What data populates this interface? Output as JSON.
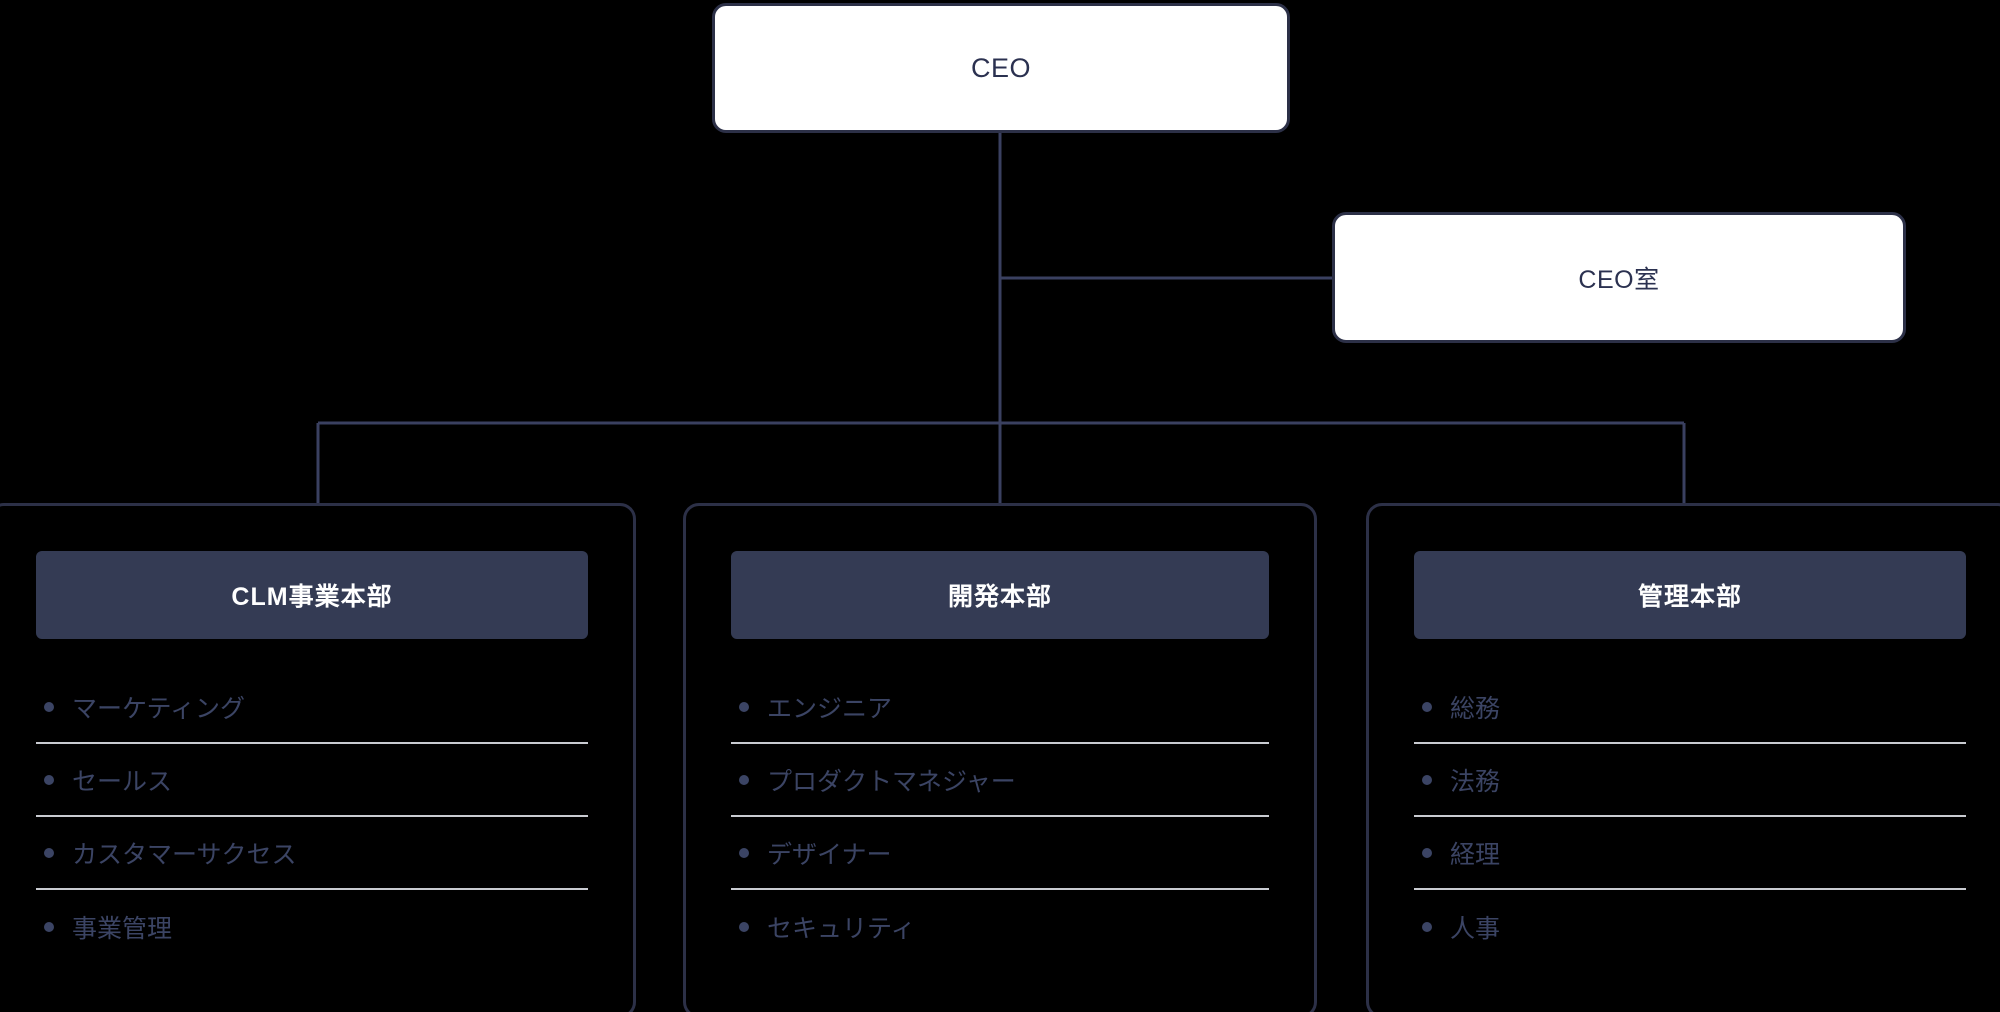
{
  "palette": {
    "background": "#000000",
    "box_fill": "#FFFFFF",
    "border": "#2C3047",
    "header_fill": "#343B54",
    "header_text": "#FFFFFF",
    "body_text": "#3B4464",
    "exec_text": "#2B3150",
    "separator": "#C9CBD1",
    "connector": "#3A4060"
  },
  "executives": [
    {
      "id": "ceo",
      "label": "CEO"
    },
    {
      "id": "ceo-office",
      "label": "CEO室"
    }
  ],
  "departments": [
    {
      "id": "clm",
      "title": "CLM事業本部",
      "items": [
        "マーケティング",
        "セールス",
        "カスタマーサクセス",
        "事業管理"
      ]
    },
    {
      "id": "development",
      "title": "開発本部",
      "items": [
        "エンジニア",
        "プロダクトマネジャー",
        "デザイナー",
        "セキュリティ"
      ]
    },
    {
      "id": "administration",
      "title": "管理本部",
      "items": [
        "総務",
        "法務",
        "経理",
        "人事"
      ]
    }
  ]
}
